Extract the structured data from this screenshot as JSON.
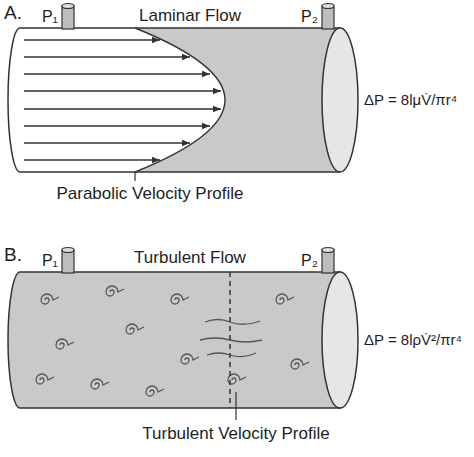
{
  "diagram": {
    "labels": [
      "A.",
      "P₁",
      "Laminar Flow",
      "P₂",
      "ΔP = 8lμV̇/πr⁴",
      "Parabolic Velocity Profile",
      "B.",
      "P₁",
      "Turbulent Flow",
      "P₂",
      "ΔP = 8lρV̇²/πr⁴",
      "Turbulent Velocity Profile"
    ]
  }
}
